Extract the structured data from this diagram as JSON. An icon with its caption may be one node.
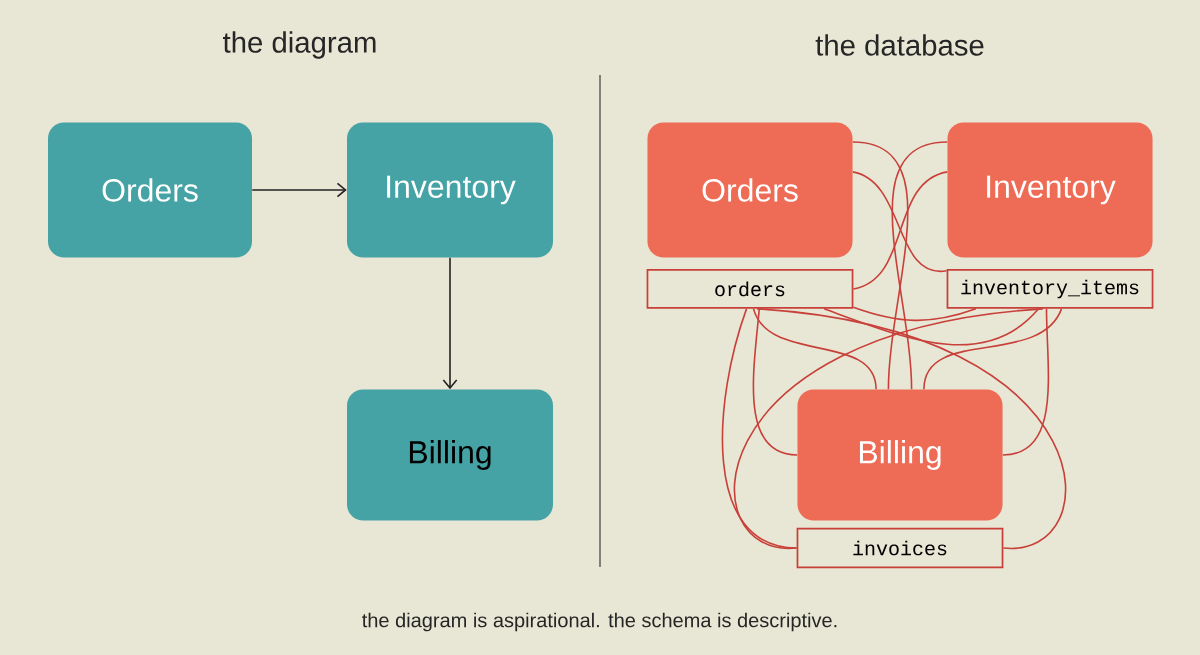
{
  "diagram": {
    "caption": "the diagram is aspirational. the schema is descriptive.",
    "nodes": [
      {
        "text": [
          "Orders"
        ]
      },
      {
        "text": [
          "Inventory"
        ]
      },
      {
        "text": [
          "Billing"
        ]
      },
      {
        "text": [
          "Orders"
        ]
      },
      {
        "text": [
          "Inventory"
        ]
      },
      {
        "text": [
          "orders"
        ]
      },
      {
        "text": [
          "inventory_items"
        ]
      },
      {
        "text": [
          "Billing"
        ]
      },
      {
        "text": [
          "invoices"
        ]
      }
    ],
    "edges": [
      {
        "from": 0,
        "to": 1,
        "arrow": "to",
        "color": "#222222"
      },
      {
        "from": 1,
        "to": 2,
        "arrow": "to",
        "color": "#222222"
      },
      {
        "from": 3,
        "to": 6,
        "arrow": "none"
      },
      {
        "from": 3,
        "to": 7,
        "arrow": "none"
      },
      {
        "from": 4,
        "to": 5,
        "arrow": "none"
      },
      {
        "from": 4,
        "to": 7,
        "arrow": "none"
      },
      {
        "from": 5,
        "to": 7,
        "arrow": "none"
      },
      {
        "from": 5,
        "to": 7,
        "arrow": "none"
      },
      {
        "from": 5,
        "to": 6,
        "arrow": "none"
      },
      {
        "from": 5,
        "to": 8,
        "arrow": "none"
      },
      {
        "from": 6,
        "to": 8,
        "arrow": "none"
      },
      {
        "from": 6,
        "to": 7,
        "arrow": "none"
      },
      {
        "from": 6,
        "to": 7,
        "arrow": "none"
      },
      {
        "from": 5,
        "to": 8,
        "arrow": "none"
      },
      {
        "from": 6,
        "to": 5,
        "arrow": "none"
      }
    ],
    "labels": [
      "the diagram",
      "the database"
    ]
  }
}
